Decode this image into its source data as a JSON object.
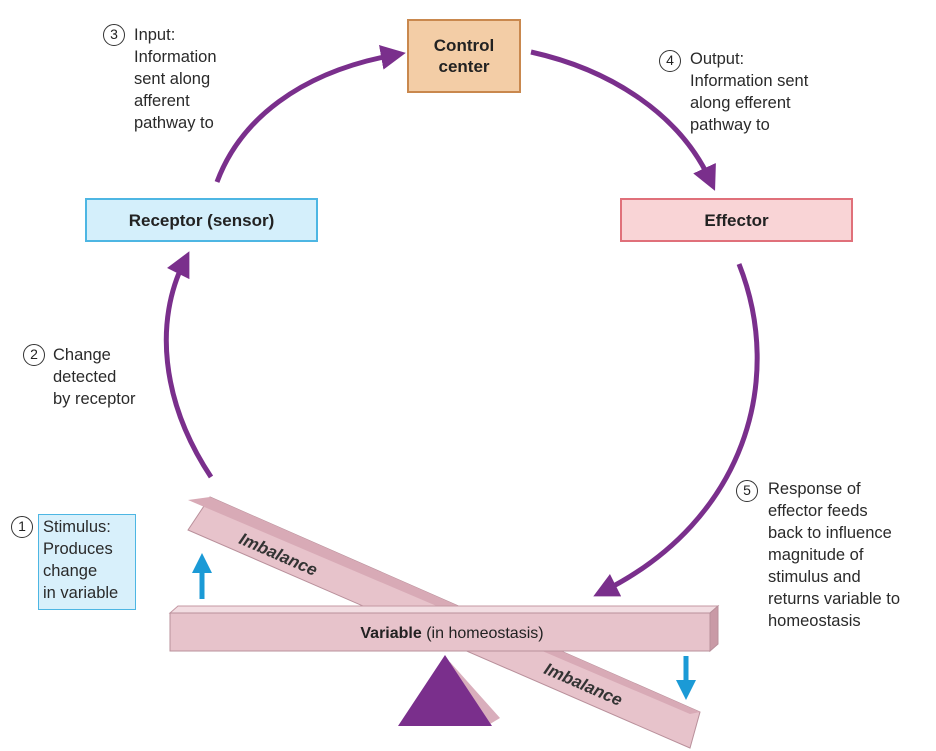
{
  "boxes": {
    "control_center": [
      "Control",
      "center"
    ],
    "receptor": "Receptor (sensor)",
    "effector": "Effector"
  },
  "steps": [
    {
      "number": "1",
      "lines": [
        "Stimulus:",
        "Produces",
        "change",
        "in variable"
      ]
    },
    {
      "number": "2",
      "lines": [
        "Change",
        "detected",
        "by receptor"
      ]
    },
    {
      "number": "3",
      "lines": [
        "Input:",
        "Information",
        "sent along",
        "afferent",
        "pathway to"
      ]
    },
    {
      "number": "4",
      "lines": [
        "Output:",
        "Information sent",
        "along efferent",
        "pathway to"
      ]
    },
    {
      "number": "5",
      "lines": [
        "Response of",
        "effector feeds",
        "back to influence",
        "magnitude of",
        "stimulus and",
        "returns variable to",
        "homeostasis"
      ]
    }
  ],
  "balance": {
    "beam_bold": "Variable",
    "beam_rest": " (in homeostasis)",
    "imbalance_top": "Imbalance",
    "imbalance_bottom": "Imbalance"
  },
  "colors": {
    "arrow": "#7a2f8c",
    "control_fill": "#f3cda6",
    "control_border": "#c9884e",
    "receptor_fill": "#d4effb",
    "receptor_border": "#4db6e3",
    "effector_fill": "#f9d4d6",
    "effector_border": "#e0707a",
    "stimulus_fill": "#d8f0fb",
    "beam_fill": "#e7c3cb",
    "beam_edge": "#c498a3",
    "fulcrum": "#7a2f8c",
    "small_arrow": "#1b9ad6"
  }
}
